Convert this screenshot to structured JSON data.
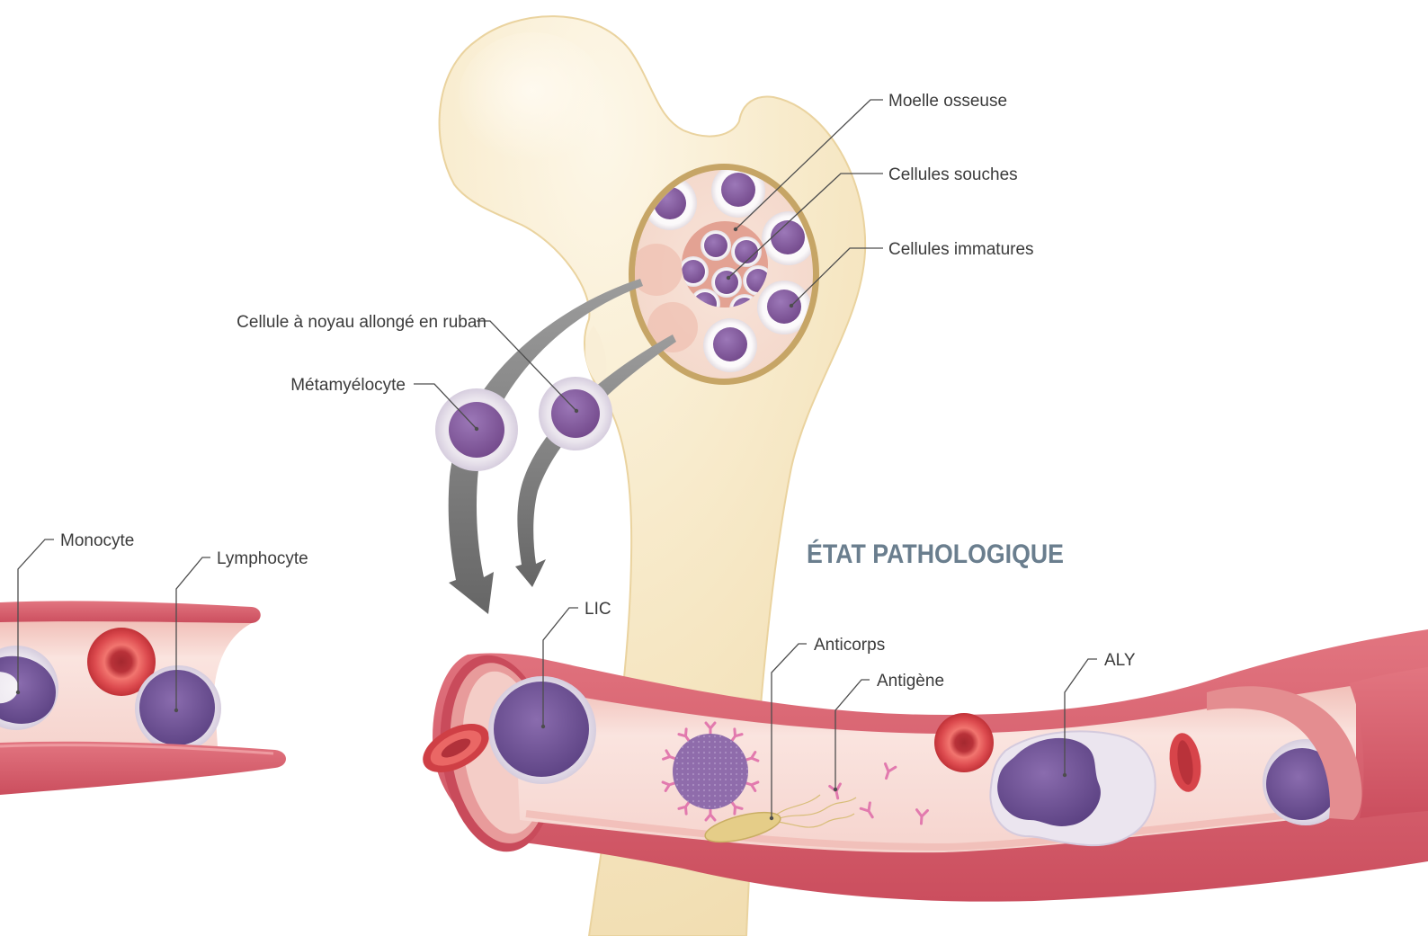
{
  "title": "ÉTAT PATHOLOGIQUE",
  "labels": {
    "bone_marrow": "Moelle osseuse",
    "stem_cells": "Cellules souches",
    "immature_cells": "Cellules immatures",
    "band_cell": "Cellule à noyau allongé en ruban",
    "metamyelocyte": "Métamyélocyte",
    "monocyte": "Monocyte",
    "lymphocyte": "Lymphocyte",
    "lic": "LIC",
    "antibodies": "Anticorps",
    "antigen": "Antigène",
    "aly": "ALY"
  },
  "colors": {
    "bone": "#f1ddb0",
    "marrow_rim": "#c6a566",
    "marrow": "#f4d8cb",
    "nucleus": "#73498b",
    "vessel_wall": "#cb4e5e",
    "lumen": "#f6d4ce",
    "red_blood_cell": "#dc4a4e",
    "arrow": "#666666",
    "title": "#6a7e8e",
    "label": "#3b3b3b"
  }
}
